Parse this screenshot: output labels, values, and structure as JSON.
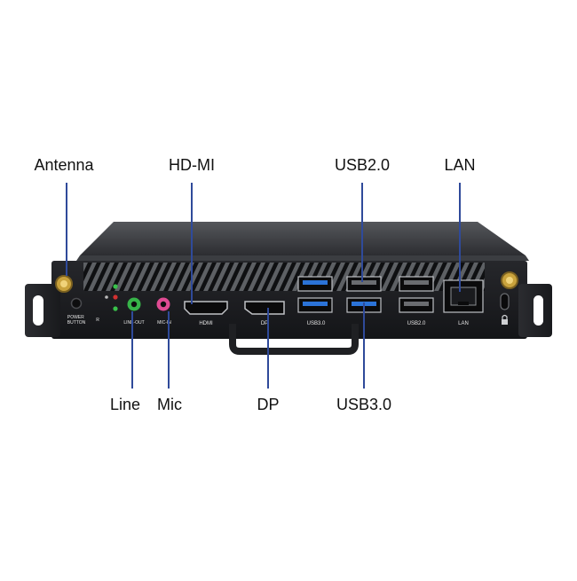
{
  "colors": {
    "leader_line": "#2f4a9a",
    "chassis_top": "#45474b",
    "chassis_front": "#1c1d20",
    "usb3_blue": "#2b73d8",
    "led_green": "#39c24b",
    "led_red": "#d23131",
    "line_out_green": "#37b449",
    "mic_pink": "#e04b93",
    "antenna_gold": "#c9a23c"
  },
  "callouts": {
    "antenna": "Antenna",
    "hdmi": "HD-MI",
    "usb2": "USB2.0",
    "lan": "LAN",
    "line": "Line",
    "mic": "Mic",
    "dp": "DP",
    "usb3": "USB3.0"
  },
  "panel_labels": {
    "power_button": "POWER\nBUTTON",
    "led_r": "R",
    "line_out": "LINE-OUT",
    "mic_in": "MIC-IN",
    "hdmi": "HDMI",
    "dp": "DP",
    "usb3": "USB3.0",
    "usb2": "USB2.0",
    "lan": "LAN"
  },
  "icons": [
    "antenna-icon",
    "power-button-icon",
    "led-indicator-icon",
    "audio-jack-icon",
    "hdmi-port-icon",
    "displayport-icon",
    "usb-port-icon",
    "ethernet-port-icon",
    "lock-icon"
  ]
}
